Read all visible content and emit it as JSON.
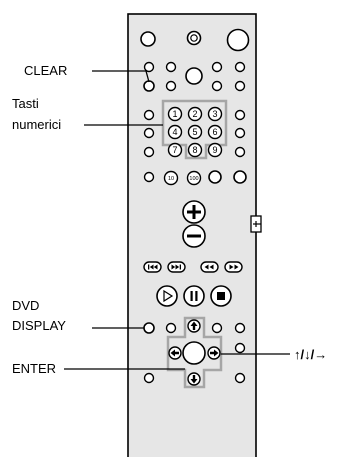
{
  "labels": {
    "clear": "CLEAR",
    "number_keys_line1": "Tasti",
    "number_keys_line2": "numerici",
    "dvd_display_line1": "DVD",
    "dvd_display_line2": "DISPLAY",
    "enter": "ENTER",
    "arrows": "↑/↓/→"
  },
  "number_keys": [
    "1",
    "2",
    "3",
    "4",
    "5",
    "6",
    "7",
    "8",
    "9"
  ],
  "extra_keys": [
    "10",
    "100"
  ],
  "icons": [
    "plus-icon",
    "minus-icon",
    "skip-previous-icon",
    "skip-next-icon",
    "rewind-icon",
    "fast-forward-icon",
    "play-icon",
    "pause-icon",
    "stop-icon",
    "arrow-up-icon",
    "arrow-down-icon",
    "arrow-left-icon",
    "arrow-right-icon"
  ],
  "colors": {
    "remote_body": "#e6e6e6",
    "outline": "#000000",
    "button_fill": "#ffffff",
    "highlight_frame": "#a6a6a6"
  }
}
